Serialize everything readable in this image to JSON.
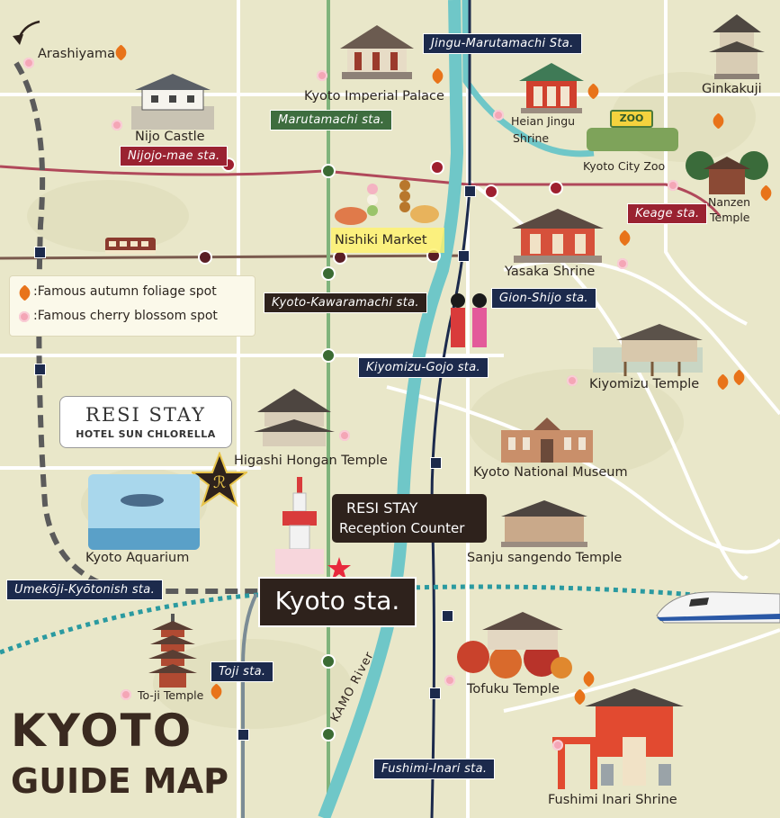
{
  "map_title": {
    "line1": "KYOTO",
    "line2": "GUIDE MAP"
  },
  "hotel": {
    "name": "RESI STAY",
    "subtitle": "HOTEL SUN CHLORELLA"
  },
  "reception": {
    "line1": "RESI STAY",
    "line2": "Reception Counter"
  },
  "legend": {
    "autumn": ":Famous autumn foliage spot",
    "cherry": ":Famous cherry blossom spot"
  },
  "places": {
    "arashiyama": "Arashiyama",
    "imperial_palace": "Kyoto Imperial Palace",
    "ginkakuji": "Ginkakuji",
    "nijo_castle": "Nijo Castle",
    "heian_jingu_1": "Heian Jingu",
    "heian_jingu_2": "Shrine",
    "zoo": "Kyoto City Zoo",
    "zoo_sign": "ZOO",
    "nanzen_1": "Nanzen",
    "nanzen_2": "Temple",
    "nishiki": "Nishiki Market",
    "yasaka": "Yasaka Shrine",
    "kiyomizu": "Kiyomizu Temple",
    "higashi_hongan": "Higashi Hongan Temple",
    "national_museum": "Kyoto National Museum",
    "aquarium": "Kyoto Aquarium",
    "sanjusangendo": "Sanju sangendo Temple",
    "toji": "To-ji Temple",
    "tofuku": "Tofuku Temple",
    "fushimi_inari": "Fushimi Inari Shrine",
    "kamo_river": "KAMO River"
  },
  "stations": {
    "jingu_marutamachi": "Jingu-Marutamachi Sta.",
    "marutamachi": "Marutamachi sta.",
    "nijojo_mae": "Nijojo-mae sta.",
    "keage": "Keage sta.",
    "kyoto_kawaramachi": "Kyoto-Kawaramachi sta.",
    "gion_shijo": "Gion-Shijo sta.",
    "kiyomizu_gojo": "Kiyomizu-Gojo sta.",
    "umekoji": "Umekōji-Kyōtonish sta.",
    "kyoto": "Kyoto sta.",
    "toji": "Toji sta.",
    "fushimi_inari": "Fushimi-Inari sta."
  },
  "colors": {
    "background": "#e9e7c9",
    "river": "#6fc7c8",
    "road": "#ffffff",
    "subway_green": "#3b6b33",
    "subway_red": "#9e1f2f",
    "keihan_navy": "#1c2a4c",
    "shinkansen_teal": "#2a9aa0",
    "railway_gray": "#5b5b5b"
  },
  "icons": [
    "maple-leaf-icon",
    "cherry-blossom-icon",
    "castle-icon",
    "temple-icon",
    "shrine-icon",
    "pagoda-icon",
    "tower-icon",
    "train-icon",
    "shinkansen-icon",
    "star-marker-icon",
    "zoo-icon",
    "market-food-icon",
    "torii-icon",
    "maiko-icon",
    "aquarium-icon",
    "museum-icon"
  ]
}
